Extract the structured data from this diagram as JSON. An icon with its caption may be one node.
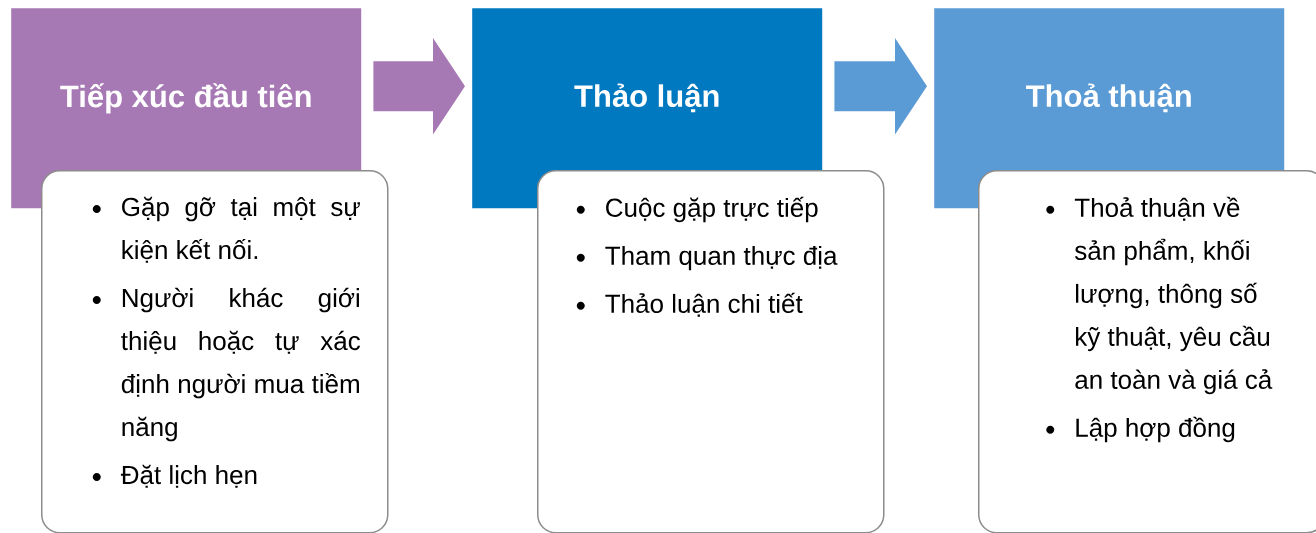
{
  "diagram": {
    "nodes": [
      {
        "text": [
          "Tiếp xúc đầu tiên"
        ]
      },
      {
        "text": [
          "Gặp gỡ tại một sự kiện kết nối.",
          "Người khác giới thiệu hoặc tự xác định người mua tiềm năng",
          "Đặt lịch hẹn"
        ]
      },
      {
        "text": [
          "Thảo luận"
        ]
      },
      {
        "text": [
          "Cuộc gặp trực tiếp",
          "Tham quan thực địa",
          "Thảo luận chi tiết"
        ]
      },
      {
        "text": [
          "Thoả thuận"
        ]
      },
      {
        "text": [
          "Thoả thuận về sản phẩm, khối lượng, thông số kỹ thuật, yêu cầu an toàn và giá cả",
          "Lập hợp đồng"
        ]
      }
    ],
    "edges": [
      {
        "from": 0,
        "to": 2,
        "arrow": "to",
        "color": "#a779b4"
      },
      {
        "from": 2,
        "to": 4,
        "arrow": "to",
        "color": "#5b9bd5"
      }
    ]
  }
}
